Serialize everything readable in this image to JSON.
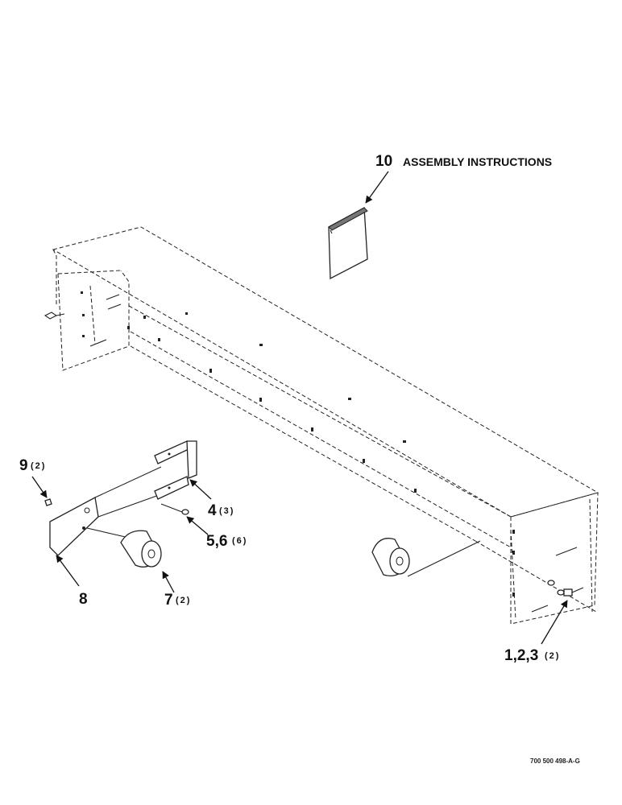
{
  "callouts": {
    "c10_num": "10",
    "c10_text": "ASSEMBLY INSTRUCTIONS",
    "c9_num": "9",
    "c9_qty": "(2)",
    "c4_num": "4",
    "c4_qty": "(3)",
    "c56_num": "5,6",
    "c56_qty": "(6)",
    "c8_num": "8",
    "c7_num": "7",
    "c7_qty": "(2)",
    "c123_num": "1,2,3",
    "c123_qty": "(2)"
  },
  "drawing_code": "700 500 498-A-G"
}
